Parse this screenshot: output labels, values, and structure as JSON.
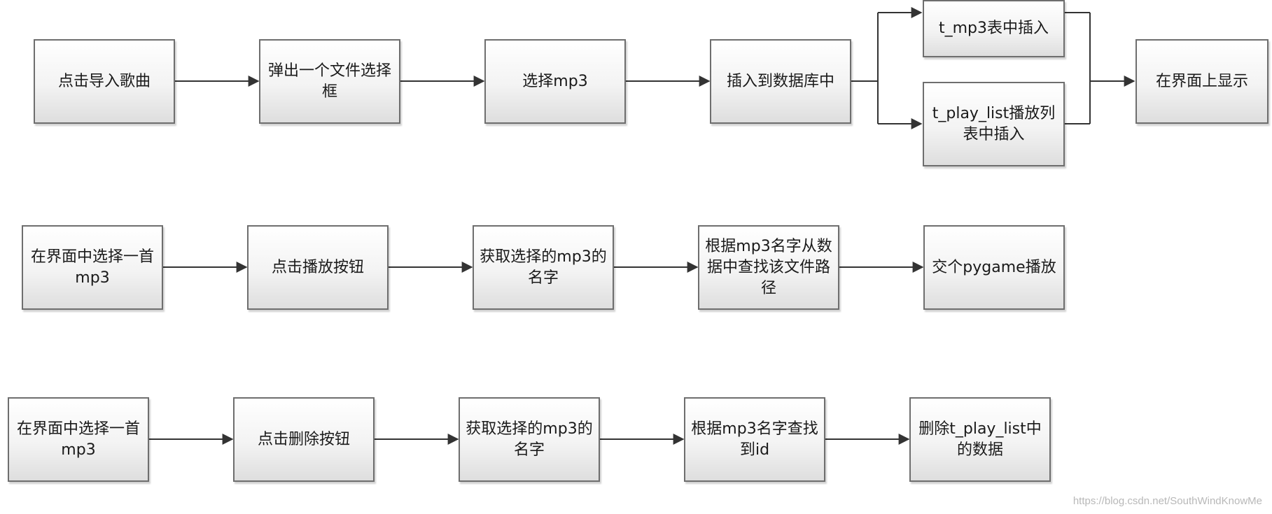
{
  "row1": {
    "import_song": "点击导入歌曲",
    "file_dialog": "弹出一个文件选择框",
    "select_mp3": "选择mp3",
    "insert_db": "插入到数据库中",
    "insert_t_mp3": "t_mp3表中插入",
    "insert_play_list": "t_play_list播放列表中插入",
    "show_ui": "在界面上显示"
  },
  "row2": {
    "select_in_ui": "在界面中选择一首mp3",
    "click_play": "点击播放按钮",
    "get_name": "获取选择的mp3的名字",
    "find_path": "根据mp3名字从数据中查找该文件路径",
    "pygame_play": "交个pygame播放"
  },
  "row3": {
    "select_in_ui": "在界面中选择一首mp3",
    "click_delete": "点击删除按钮",
    "get_name": "获取选择的mp3的名字",
    "find_id": "根据mp3名字查找到id",
    "delete_data": "删除t_play_list中的数据"
  },
  "watermark": "https://blog.csdn.net/SouthWindKnowMe",
  "colors": {
    "border": "#6e6e6e",
    "arrow": "#333333",
    "fill_top": "#ffffff",
    "fill_bottom": "#dedede"
  }
}
